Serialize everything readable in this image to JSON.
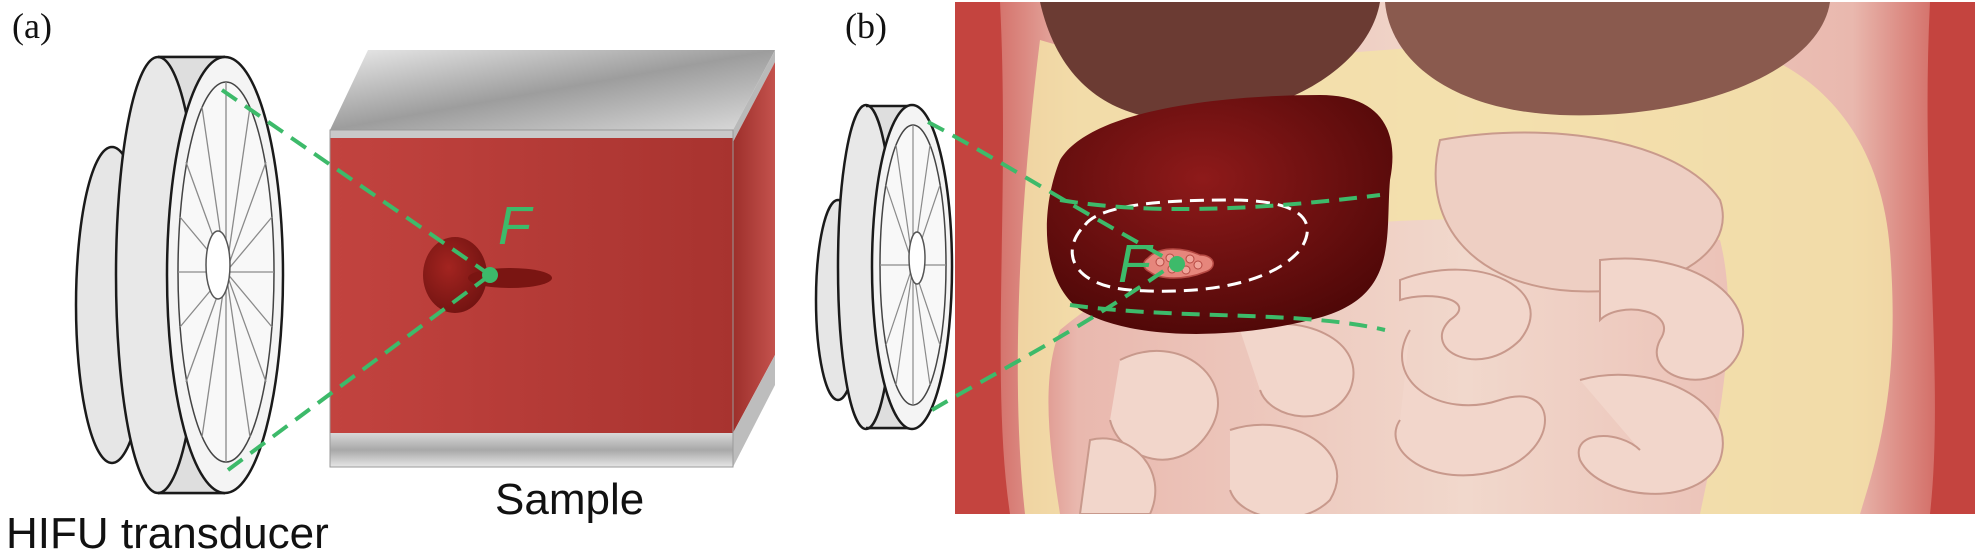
{
  "panels": {
    "a": {
      "label": "(a)",
      "focus_label": "F",
      "transducer_label": "HIFU transducer",
      "sample_label": "Sample"
    },
    "b": {
      "label": "(b)",
      "focus_label": "F"
    }
  },
  "colors": {
    "focus_green": "#3dba6a",
    "sample_red": "#b03a36",
    "liver_dark": "#6a0c0c",
    "transducer_face": "#f2f2f2",
    "fat_yellow": "#f3e4b0",
    "intestine_pink": "#f2d4c8",
    "body_wall_red": "#c9524c"
  },
  "icons": {
    "transducer": "hifu-transducer-icon",
    "tumor": "tumor-icon"
  }
}
